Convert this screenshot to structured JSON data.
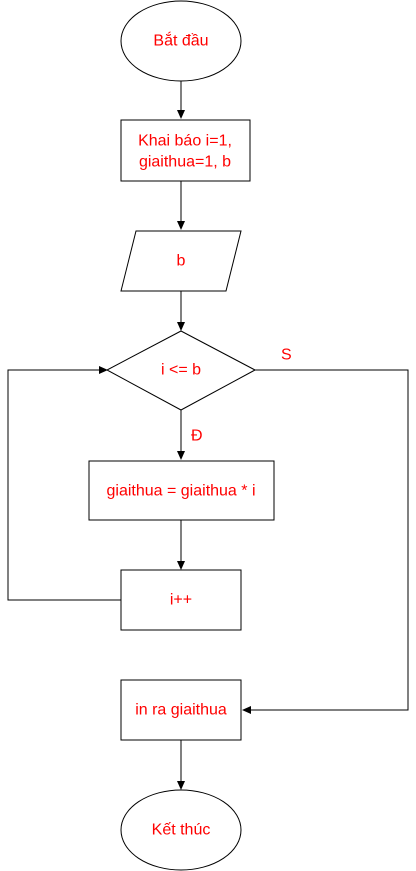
{
  "colors": {
    "stroke": "#000000",
    "fill": "#ffffff",
    "text": "#ff0000"
  },
  "nodes": {
    "start": {
      "label": "Bắt đầu",
      "shape": "ellipse"
    },
    "declare": {
      "line1": "Khai báo i=1,",
      "line2": "giaithua=1, b",
      "shape": "rectangle"
    },
    "input_b": {
      "label": "b",
      "shape": "parallelogram"
    },
    "condition": {
      "label": "i <= b",
      "shape": "diamond"
    },
    "multiply": {
      "label": "giaithua = giaithua * i",
      "shape": "rectangle"
    },
    "increment": {
      "label": "i++",
      "shape": "rectangle"
    },
    "output": {
      "label": "in ra giaithua",
      "shape": "rectangle"
    },
    "end": {
      "label": "Kết thúc",
      "shape": "ellipse"
    }
  },
  "edges": {
    "true_label": "Đ",
    "false_label": "S"
  }
}
